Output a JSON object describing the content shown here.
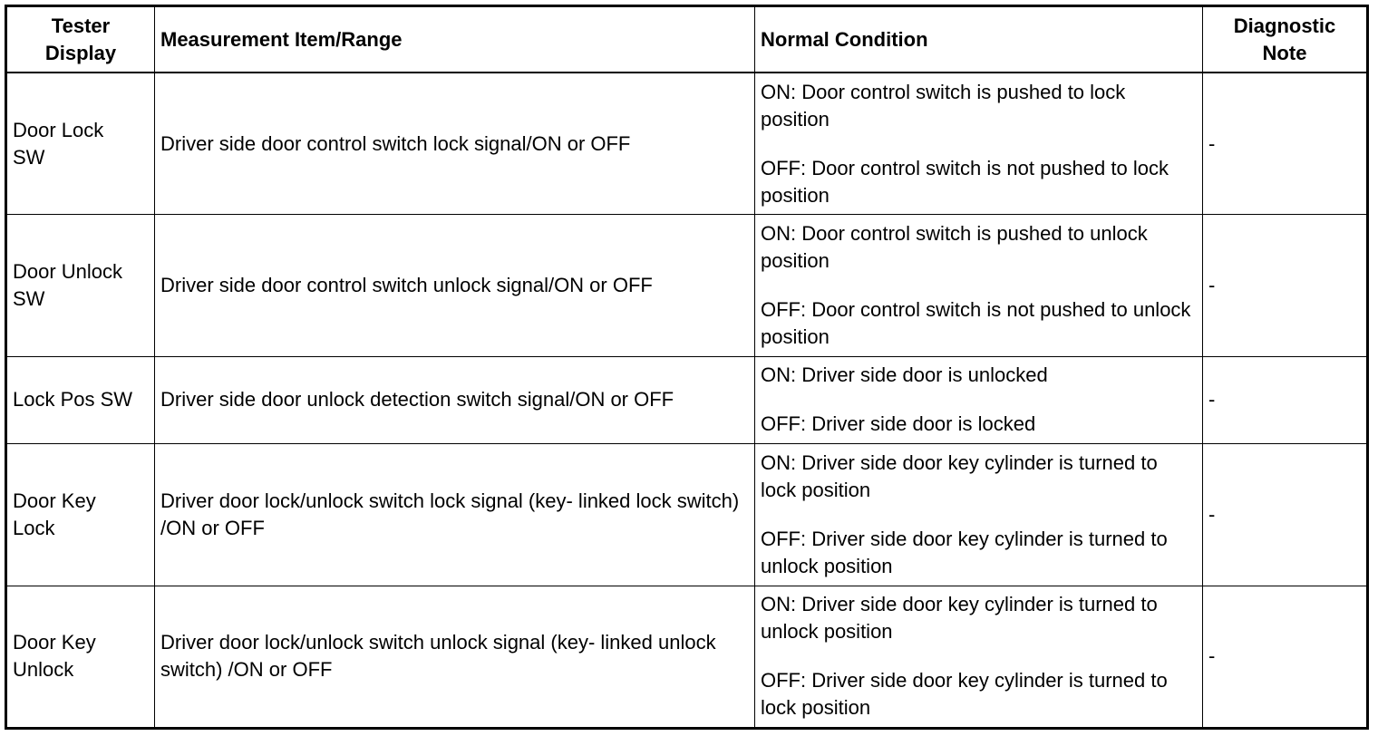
{
  "table": {
    "headers": [
      {
        "line1": "Tester",
        "line2": "Display"
      },
      {
        "line1": "Measurement Item/Range",
        "line2": ""
      },
      {
        "line1": "Normal Condition",
        "line2": ""
      },
      {
        "line1": "Diagnostic",
        "line2": "Note"
      }
    ],
    "rows": [
      {
        "display": [
          "Door Lock",
          "SW"
        ],
        "measurement": "Driver side door control switch lock signal/ON or OFF",
        "conditions": [
          "ON: Door control switch is pushed to lock position",
          "OFF: Door control switch is not pushed to lock position"
        ],
        "note": "-"
      },
      {
        "display": [
          "Door Unlock",
          "SW"
        ],
        "measurement": "Driver side door control switch unlock signal/ON or OFF",
        "conditions": [
          "ON: Door control switch is pushed to unlock position",
          "OFF: Door control switch is not pushed to unlock position"
        ],
        "note": "-"
      },
      {
        "display": [
          "Lock Pos SW",
          ""
        ],
        "measurement": "Driver side door unlock detection switch signal/ON or OFF",
        "conditions": [
          "ON: Driver side door is unlocked",
          "OFF: Driver side door is locked"
        ],
        "note": "-"
      },
      {
        "display": [
          "Door Key",
          "Lock"
        ],
        "measurement": "Driver door lock/unlock switch lock signal (key- linked lock switch) /ON or OFF",
        "conditions": [
          "ON: Driver side door key cylinder is turned to lock position",
          "OFF: Driver side door key cylinder is turned to unlock position"
        ],
        "note": "-"
      },
      {
        "display": [
          "Door Key",
          "Unlock"
        ],
        "measurement": "Driver door lock/unlock switch unlock signal (key- linked unlock switch) /ON or OFF",
        "conditions": [
          "ON: Driver side door key cylinder is turned to unlock position",
          "OFF: Driver side door key cylinder is turned to lock position"
        ],
        "note": "-"
      }
    ]
  }
}
